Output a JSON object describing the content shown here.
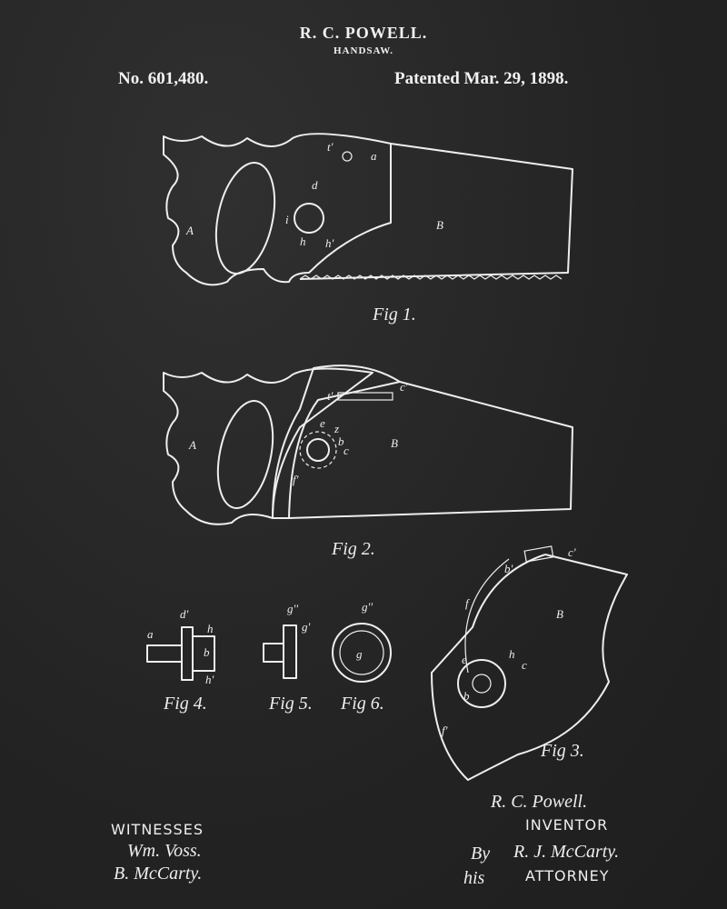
{
  "header": {
    "inventor": "R. C. POWELL.",
    "title": "HANDSAW.",
    "patent_number": "No. 601,480.",
    "patent_date": "Patented Mar. 29, 1898."
  },
  "fig1": {
    "caption": "Fig 1.",
    "labels": [
      "t'",
      "a",
      "d",
      "i",
      "h",
      "h'",
      "A",
      "B"
    ]
  },
  "fig2": {
    "caption": "Fig 2.",
    "labels": [
      "c'",
      "t'",
      "e",
      "z",
      "b",
      "c",
      "f'",
      "A",
      "B"
    ]
  },
  "fig3": {
    "caption": "Fig 3.",
    "labels": [
      "c'",
      "b'",
      "f",
      "B",
      "e",
      "h",
      "c",
      "b",
      "f'"
    ]
  },
  "fig4": {
    "caption": "Fig 4.",
    "labels": [
      "d'",
      "a",
      "h",
      "b",
      "h'"
    ]
  },
  "fig5": {
    "caption": "Fig 5.",
    "labels": [
      "g''",
      "g'"
    ]
  },
  "fig6": {
    "caption": "Fig 6.",
    "labels": [
      "g''",
      "g"
    ]
  },
  "footer": {
    "witnesses_label": "WITNESSES",
    "witness1": "Wm. Voss.",
    "witness2": "B. McCarty.",
    "inventor_signature": "R. C. Powell.",
    "inventor_label": "INVENTOR",
    "by": "By",
    "attorney_signature": "R. J. McCarty.",
    "his": "his",
    "attorney_label": "ATTORNEY"
  },
  "colors": {
    "background": "#262626",
    "ink": "#eeeeee"
  }
}
